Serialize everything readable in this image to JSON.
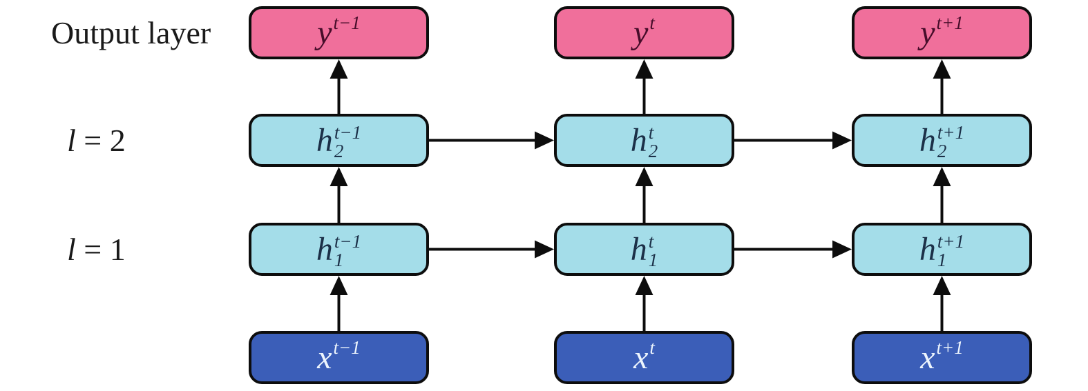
{
  "labels": {
    "output_layer": "Output layer",
    "l2": {
      "var": "l",
      "eq": " = 2"
    },
    "l1": {
      "var": "l",
      "eq": " = 1"
    }
  },
  "colors": {
    "background": "#ffffff",
    "box_border": "#0d0d0d",
    "arrow": "#0d0d0d",
    "output_fill": "#F06F9B",
    "output_text": "#470D2A",
    "hidden_fill": "#A4DDE9",
    "hidden_text": "#1C3048",
    "input_fill": "#3B5EB8",
    "input_text": "#EDF5FD",
    "label_text": "#1a1a1a"
  },
  "nodes": [
    {
      "id": "y-t-minus-1",
      "row": "y",
      "col": 0,
      "kind": "output",
      "base": "y",
      "sup": "t−1",
      "sub": ""
    },
    {
      "id": "y-t",
      "row": "y",
      "col": 1,
      "kind": "output",
      "base": "y",
      "sup": "t",
      "sub": ""
    },
    {
      "id": "y-t-plus-1",
      "row": "y",
      "col": 2,
      "kind": "output",
      "base": "y",
      "sup": "t+1",
      "sub": ""
    },
    {
      "id": "h2-t-minus-1",
      "row": "h2",
      "col": 0,
      "kind": "hidden",
      "base": "h",
      "sup": "t−1",
      "sub": "2"
    },
    {
      "id": "h2-t",
      "row": "h2",
      "col": 1,
      "kind": "hidden",
      "base": "h",
      "sup": "t",
      "sub": "2"
    },
    {
      "id": "h2-t-plus-1",
      "row": "h2",
      "col": 2,
      "kind": "hidden",
      "base": "h",
      "sup": "t+1",
      "sub": "2"
    },
    {
      "id": "h1-t-minus-1",
      "row": "h1",
      "col": 0,
      "kind": "hidden",
      "base": "h",
      "sup": "t−1",
      "sub": "1"
    },
    {
      "id": "h1-t",
      "row": "h1",
      "col": 1,
      "kind": "hidden",
      "base": "h",
      "sup": "t",
      "sub": "1"
    },
    {
      "id": "h1-t-plus-1",
      "row": "h1",
      "col": 2,
      "kind": "hidden",
      "base": "h",
      "sup": "t+1",
      "sub": "1"
    },
    {
      "id": "x-t-minus-1",
      "row": "x",
      "col": 0,
      "kind": "input",
      "base": "x",
      "sup": "t−1",
      "sub": ""
    },
    {
      "id": "x-t",
      "row": "x",
      "col": 1,
      "kind": "input",
      "base": "x",
      "sup": "t",
      "sub": ""
    },
    {
      "id": "x-t-plus-1",
      "row": "x",
      "col": 2,
      "kind": "input",
      "base": "x",
      "sup": "t+1",
      "sub": ""
    }
  ],
  "edges": [
    {
      "from": "x-t-minus-1",
      "to": "h1-t-minus-1"
    },
    {
      "from": "h1-t-minus-1",
      "to": "h2-t-minus-1"
    },
    {
      "from": "h2-t-minus-1",
      "to": "y-t-minus-1"
    },
    {
      "from": "x-t",
      "to": "h1-t"
    },
    {
      "from": "h1-t",
      "to": "h2-t"
    },
    {
      "from": "h2-t",
      "to": "y-t"
    },
    {
      "from": "x-t-plus-1",
      "to": "h1-t-plus-1"
    },
    {
      "from": "h1-t-plus-1",
      "to": "h2-t-plus-1"
    },
    {
      "from": "h2-t-plus-1",
      "to": "y-t-plus-1"
    },
    {
      "from": "h2-t-minus-1",
      "to": "h2-t"
    },
    {
      "from": "h2-t",
      "to": "h2-t-plus-1"
    },
    {
      "from": "h1-t-minus-1",
      "to": "h1-t"
    },
    {
      "from": "h1-t",
      "to": "h1-t-plus-1"
    }
  ]
}
